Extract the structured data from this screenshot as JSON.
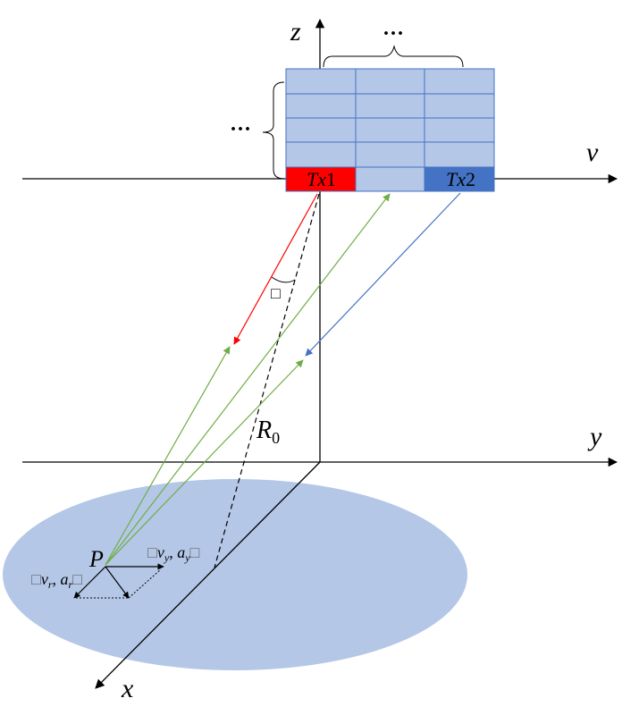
{
  "axes": {
    "z": "z",
    "v": "v",
    "y": "y",
    "x": "x"
  },
  "array": {
    "ellipsis_top": "···",
    "ellipsis_left": "···",
    "tx1_label_prefix": "Tx",
    "tx1_label_suffix": "1",
    "tx2_label_prefix": "Tx",
    "tx2_label_suffix": "2"
  },
  "labels": {
    "range_main": "R",
    "range_sub": "0",
    "angle_box": "□",
    "point": "P",
    "vel_y_open": "□",
    "vel_y_v": "v",
    "vel_y_v_sub": "y",
    "vel_y_comma": ", ",
    "vel_y_a": "a",
    "vel_y_a_sub": "y",
    "vel_y_close": "□",
    "vel_r_open": "□",
    "vel_r_v": "v",
    "vel_r_v_sub": "r",
    "vel_r_comma": ", ",
    "vel_r_a": "a",
    "vel_r_a_sub": "r",
    "vel_r_close": "□"
  },
  "colors": {
    "array_fill": "#b4c7e7",
    "array_grid": "#4472c4",
    "tx1_fill": "#ff0000",
    "tx2_fill": "#4472c4",
    "ground_fill": "#b4c7e7",
    "red_ray": "#ff0000",
    "green_ray": "#70ad47",
    "blue_ray": "#4472c4"
  }
}
